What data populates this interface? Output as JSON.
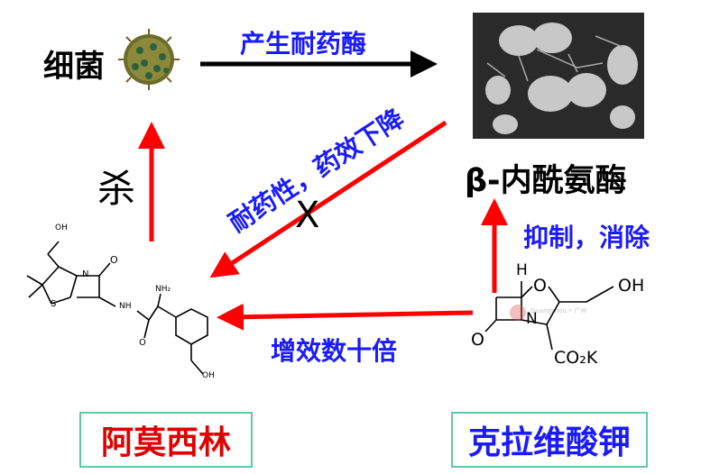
{
  "nodes": {
    "bacteria": "细菌",
    "enzyme": "β-内酰氨酶",
    "amoxicillin": "阿莫西林",
    "clavulanate": "克拉维酸钾"
  },
  "edges": {
    "produce_resistance_enzyme": "产生耐药酶",
    "resistance_efficacy_drop": "耐药性，药效下降",
    "inhibit_eliminate": "抑制，消除",
    "efficacy_tenfold": "增效数十倍",
    "kill": "杀",
    "blocked_mark": "X"
  },
  "molecule_labels": {
    "amox_oh_top": "OH",
    "amox_o": "O",
    "amox_n": "N",
    "amox_s": "S",
    "amox_nh": "NH",
    "amox_nh2": "NH₂",
    "amox_o2": "O",
    "amox_oh_bottom": "OH",
    "clav_h": "H",
    "clav_o_ring": "O",
    "clav_oh": "OH",
    "clav_n": "N",
    "clav_o": "O",
    "clav_co2k": "CO₂K"
  },
  "colors": {
    "arrow_red": "#ff0000",
    "text_blue": "#1a1aff",
    "box_border": "#5fc9a6",
    "amox_label": "#e00000"
  }
}
